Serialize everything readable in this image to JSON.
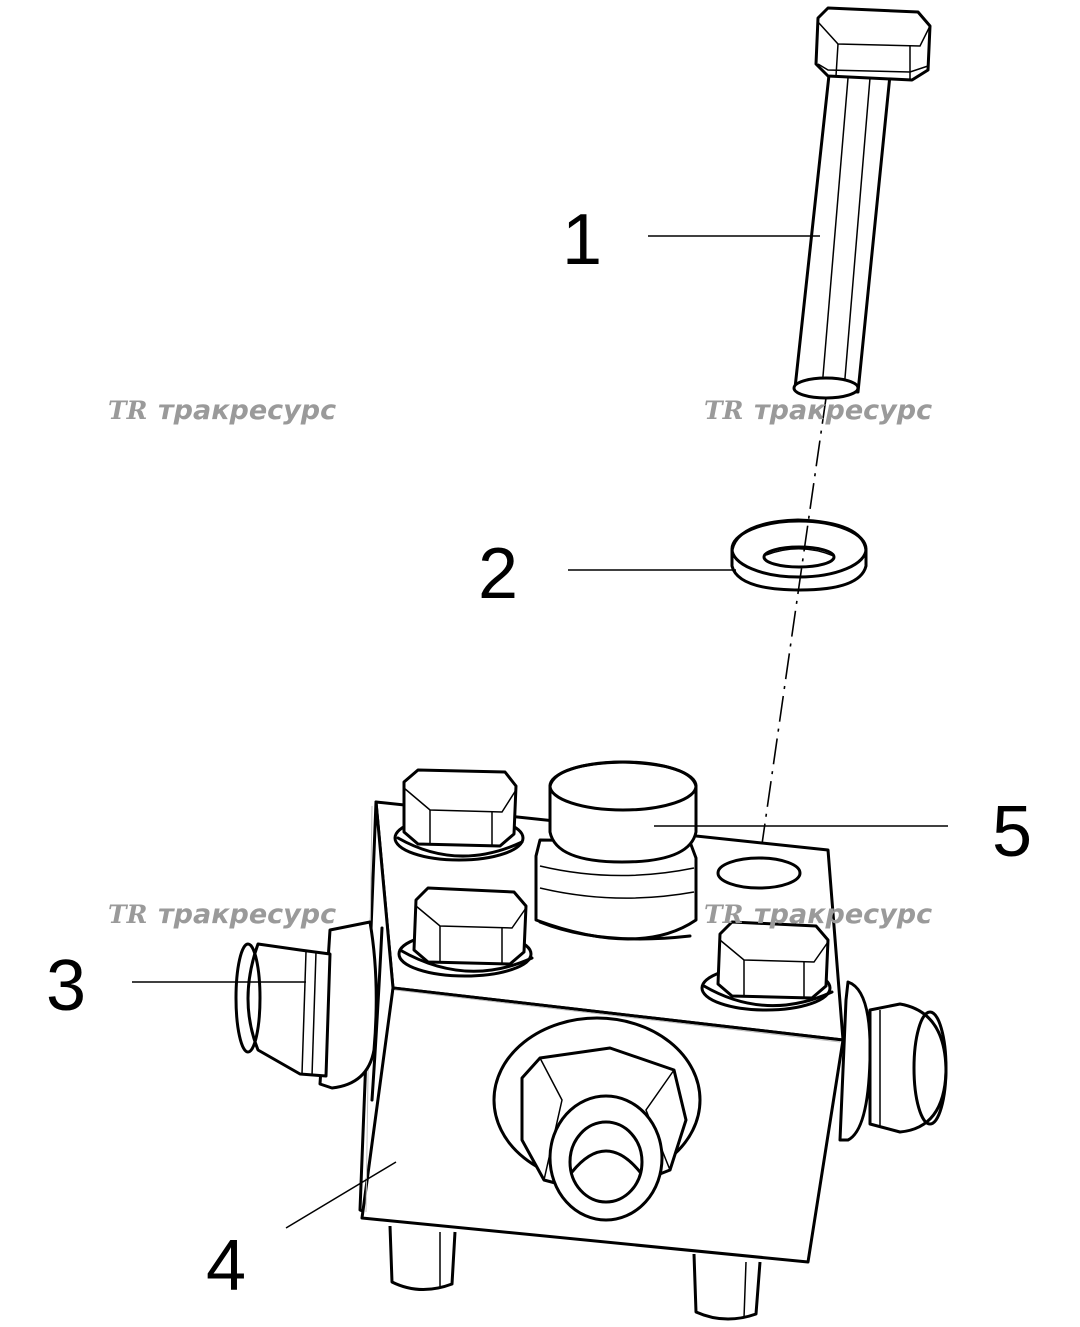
{
  "callouts": {
    "c1": "1",
    "c2": "2",
    "c3": "3",
    "c4": "4",
    "c5": "5"
  },
  "watermark": {
    "logo": "TR",
    "text": "тракресурс",
    "color": "#9a9a9a"
  },
  "parts": [
    "bolt-icon",
    "washer-icon",
    "fitting-icon",
    "valve-block-icon",
    "plug-icon"
  ]
}
